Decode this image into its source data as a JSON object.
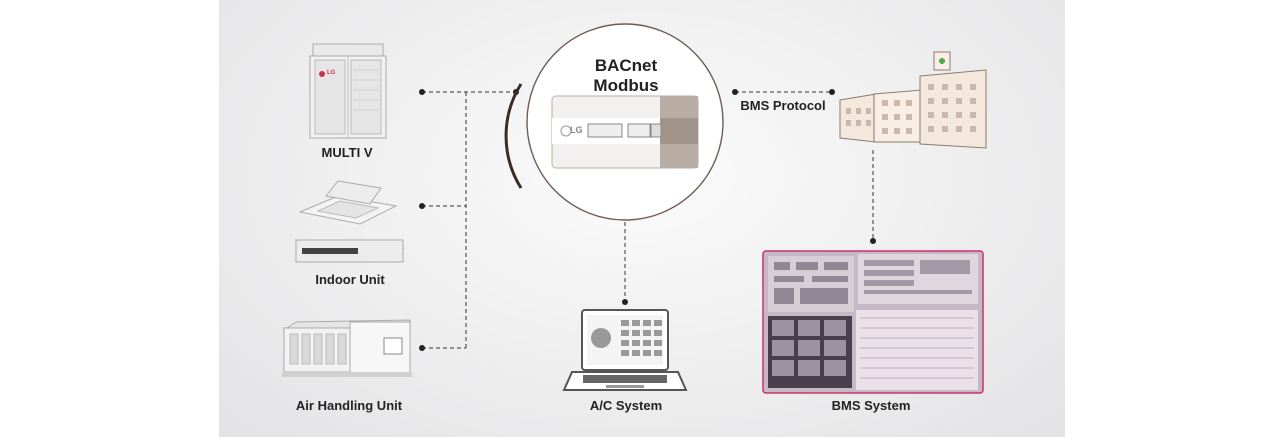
{
  "protocols": {
    "line1": "BACnet",
    "line2": "Modbus"
  },
  "gateway": {
    "brand": "LG"
  },
  "multiv": {
    "label": "MULTI V",
    "brand": "LG"
  },
  "indoor_unit": {
    "label": "Indoor Unit"
  },
  "ahu": {
    "label": "Air Handling Unit"
  },
  "ac_system": {
    "label": "A/C System"
  },
  "bms_protocol": {
    "label": "BMS Protocol"
  },
  "bms_system": {
    "label": "BMS System"
  },
  "colors": {
    "accent_magenta": "#c8326e",
    "building": "#f4e7dc",
    "gateway_band": "#b9aca2",
    "connector": "#333333"
  }
}
